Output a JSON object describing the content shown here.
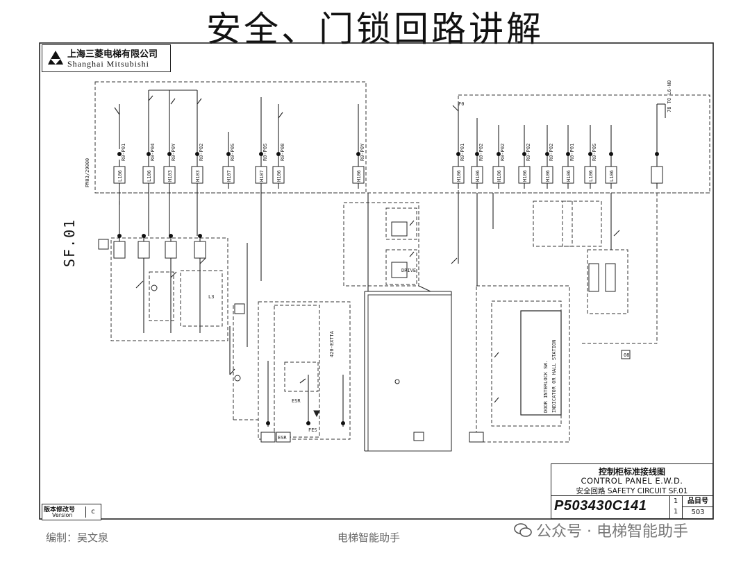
{
  "slide": {
    "title": "安全、门锁回路讲解"
  },
  "company": {
    "name_cn": "上海三菱电梯有限公司",
    "name_en": "Shanghai Mitsubishi",
    "logo_icon": "mitsubishi-logo-icon"
  },
  "sheet": {
    "circuit_code": "SF.01"
  },
  "title_block": {
    "title_cn": "控制柜标准接线图",
    "title_en": "CONTROL PANEL E.W.D.",
    "subtitle": "安全回路 SAFETY CIRCUIT SF.01",
    "drawing_number": "P503430C141",
    "sheet_fraction_top": "1",
    "sheet_fraction_bottom": "1",
    "item_label": "品目号",
    "item_number": "503"
  },
  "revision": {
    "label_cn": "版本修改号",
    "label_en": "Version",
    "value": "c"
  },
  "footer": {
    "author": "编制：吴文泉",
    "center": "电梯智能助手",
    "watermark": "公众号 · 电梯智能助手",
    "watermark_icon": "wechat-icon"
  },
  "diagram": {
    "terminals_top": [
      "R0-P01",
      "R0-P04",
      "R0-P0Y",
      "R0-P02",
      "R0-P0S",
      "R0-P0S",
      "R0-P08",
      "R0-P0Y",
      "R0-P01",
      "R0-P02",
      "R0-P02",
      "R0-P02",
      "R0-P02",
      "R0-P01",
      "R0-P0S"
    ],
    "connectors": [
      "L106",
      "L106",
      "H103",
      "H103",
      "H107",
      "H107",
      "H106",
      "H106",
      "H106",
      "H106",
      "H106",
      "H106",
      "H106",
      "H106",
      "L106",
      "L106"
    ],
    "blocks": [
      "FES",
      "ESR",
      "ESR",
      "L3",
      "DRIVE"
    ],
    "notes": [
      "DOOR INTERLOCK SW.",
      "INDICATOR OR HALL STATION"
    ]
  }
}
